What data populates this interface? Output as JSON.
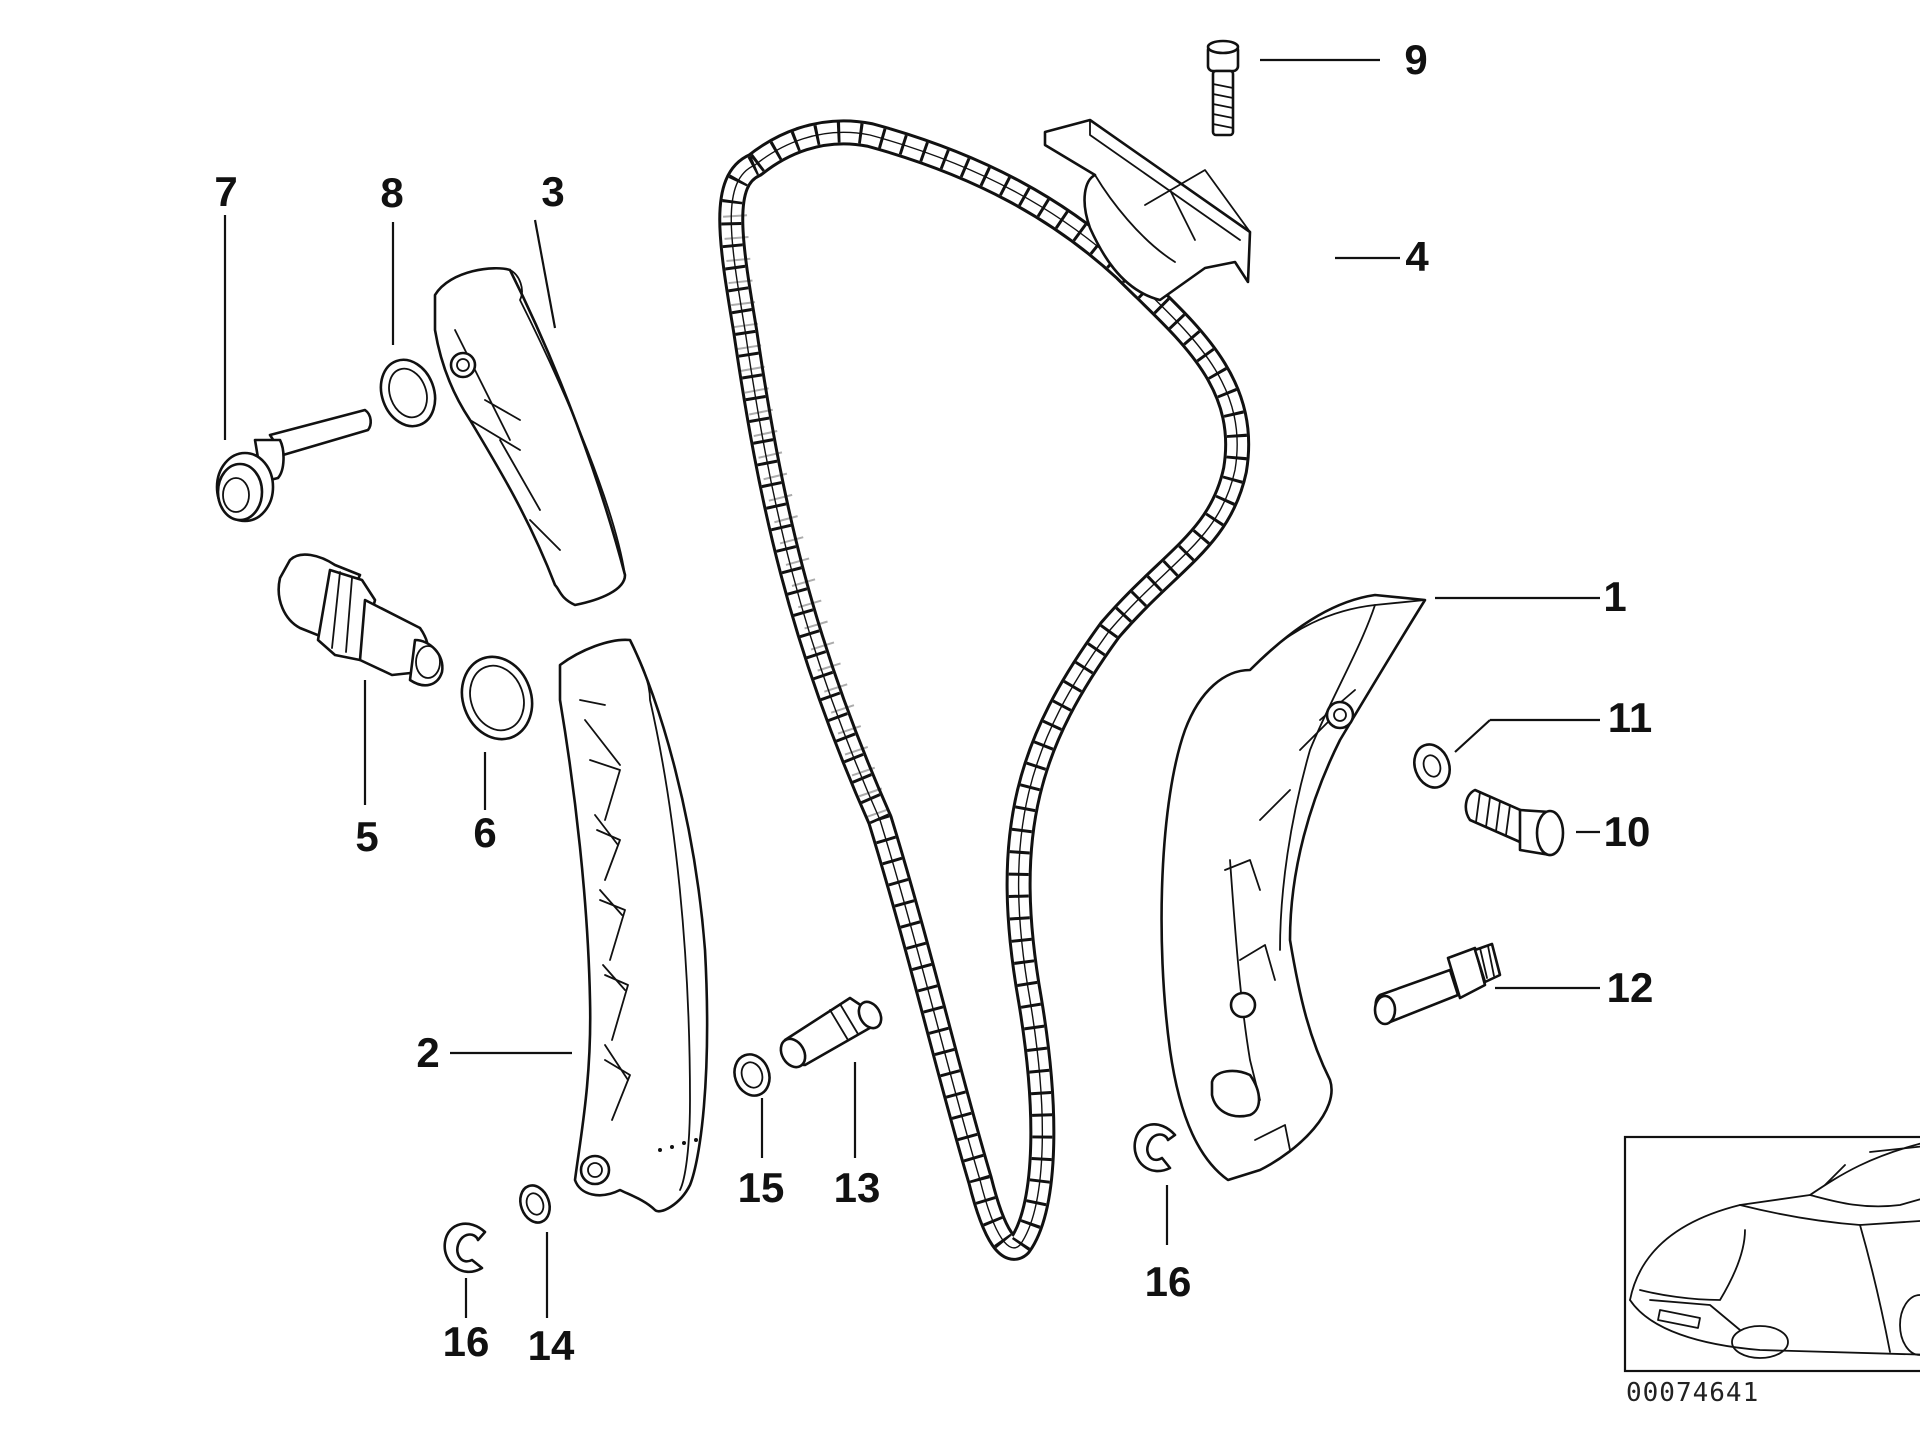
{
  "diagram": {
    "callouts": [
      {
        "id": "1",
        "label": "1"
      },
      {
        "id": "2",
        "label": "2"
      },
      {
        "id": "3",
        "label": "3"
      },
      {
        "id": "4",
        "label": "4"
      },
      {
        "id": "5",
        "label": "5"
      },
      {
        "id": "6",
        "label": "6"
      },
      {
        "id": "7",
        "label": "7"
      },
      {
        "id": "8",
        "label": "8"
      },
      {
        "id": "9",
        "label": "9"
      },
      {
        "id": "10",
        "label": "10"
      },
      {
        "id": "11",
        "label": "11"
      },
      {
        "id": "12",
        "label": "12"
      },
      {
        "id": "13",
        "label": "13"
      },
      {
        "id": "14",
        "label": "14"
      },
      {
        "id": "15",
        "label": "15"
      },
      {
        "id": "16a",
        "label": "16"
      },
      {
        "id": "16b",
        "label": "16"
      }
    ],
    "document_number": "00074641"
  }
}
